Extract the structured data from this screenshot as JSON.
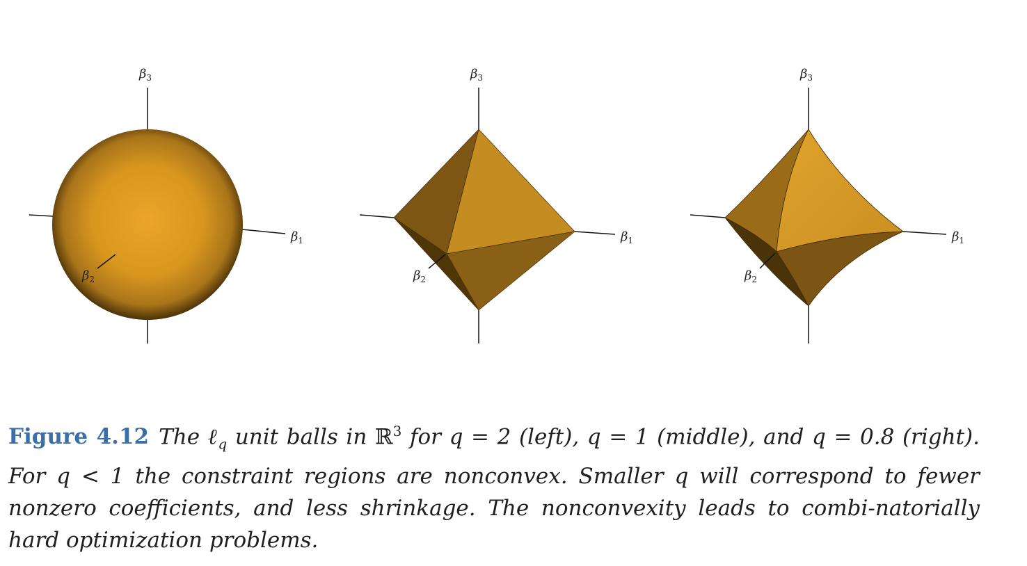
{
  "panels": [
    {
      "q_value": "2",
      "position": "left",
      "shape": "sphere",
      "axis_labels": {
        "beta1": {
          "base": "β",
          "sub": "1"
        },
        "beta2": {
          "base": "β",
          "sub": "2"
        },
        "beta3": {
          "base": "β",
          "sub": "3"
        }
      }
    },
    {
      "q_value": "1",
      "position": "middle",
      "shape": "octahedron",
      "axis_labels": {
        "beta1": {
          "base": "β",
          "sub": "1"
        },
        "beta2": {
          "base": "β",
          "sub": "2"
        },
        "beta3": {
          "base": "β",
          "sub": "3"
        }
      }
    },
    {
      "q_value": "0.8",
      "position": "right",
      "shape": "concave-star",
      "axis_labels": {
        "beta1": {
          "base": "β",
          "sub": "1"
        },
        "beta2": {
          "base": "β",
          "sub": "2"
        },
        "beta3": {
          "base": "β",
          "sub": "3"
        }
      }
    }
  ],
  "colors": {
    "fill": "#e3a02a",
    "face_light": "#c48f23",
    "face_mid": "#a8781c",
    "face_dark": "#6b4a10",
    "caption_label": "#3a6fa8",
    "axis": "#111111"
  },
  "caption": {
    "label": "Figure 4.12",
    "part1": "The ℓ",
    "part1_sub": "q",
    "part2": " unit balls in ",
    "part2_math": "ℝ",
    "part2_sup": "3",
    "part3": " for q = 2 (left), q = 1 (middle), and q = 0.8 (right). For q < 1 the constraint regions are nonconvex. Smaller q will correspond to fewer nonzero coefficients, and less shrinkage. The nonconvexity leads to combi-natorially hard optimization problems."
  }
}
